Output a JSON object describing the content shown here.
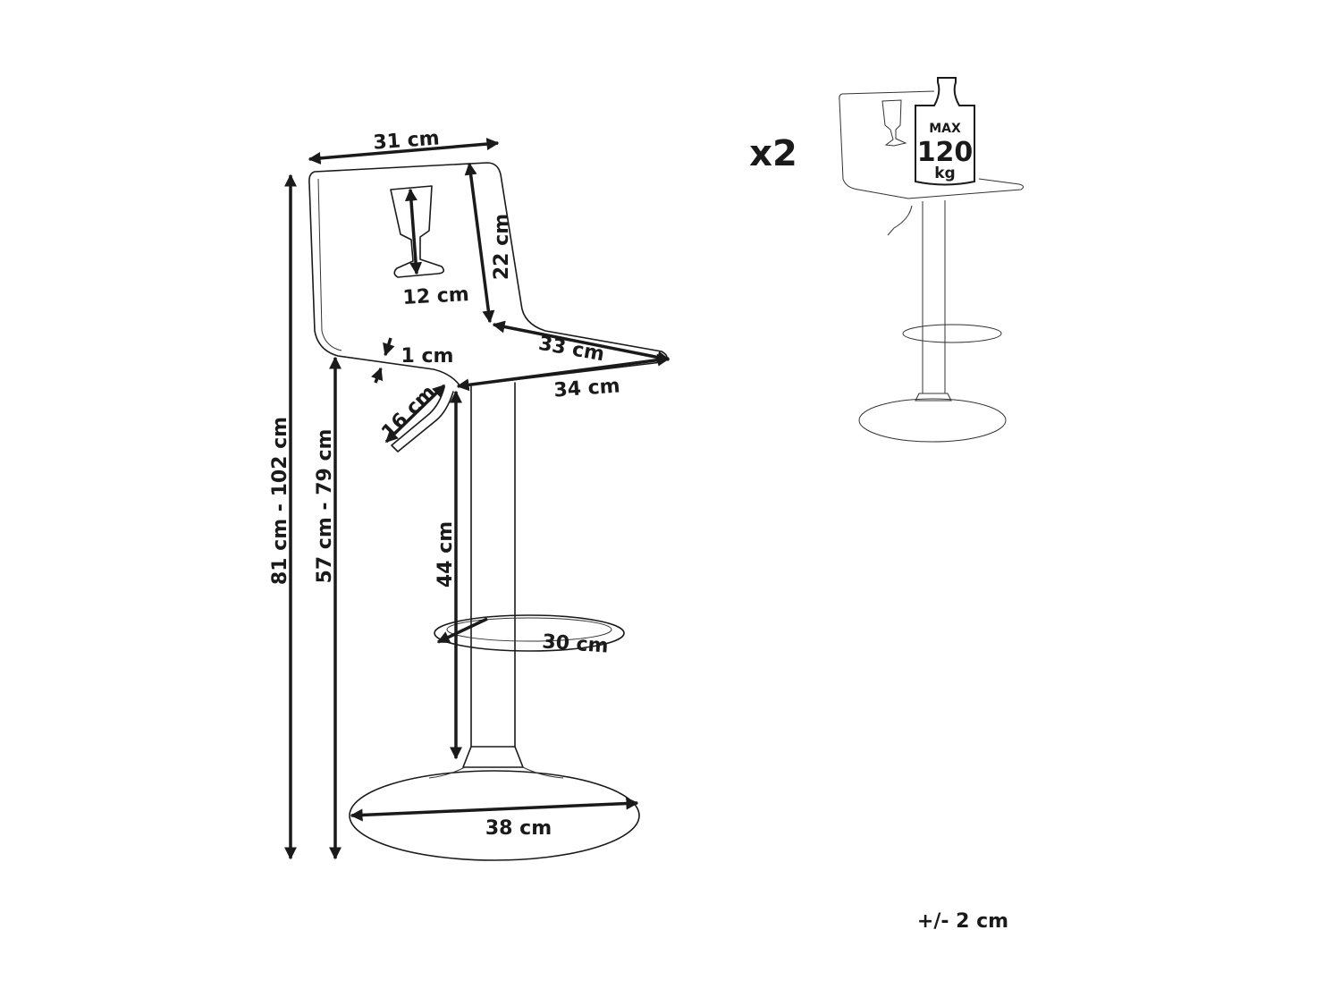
{
  "dimensions": {
    "back_width": "31 cm",
    "total_height": "81 cm - 102 cm",
    "seat_height": "57 cm - 79 cm",
    "back_height": "22 cm",
    "cutout_height": "12 cm",
    "seat_depth": "33 cm",
    "seat_width": "34 cm",
    "seat_thickness": "1 cm",
    "lever_length": "16 cm",
    "footrest_height": "44 cm",
    "footrest_width": "30 cm",
    "base_diameter": "38 cm"
  },
  "quantity": "x2",
  "max_load": {
    "label": "MAX",
    "value": "120",
    "unit": "kg"
  },
  "tolerance": "+/- 2 cm",
  "colors": {
    "line": "#1a1a1a",
    "background": "#ffffff"
  }
}
